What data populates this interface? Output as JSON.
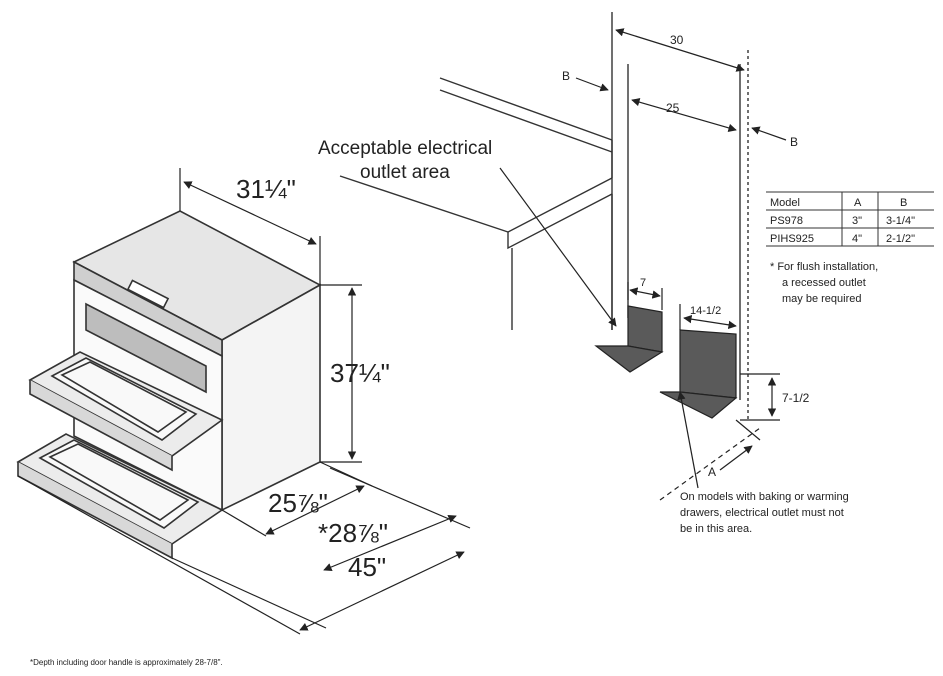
{
  "range": {
    "width": "31¼\"",
    "height": "37¼\"",
    "depth": "25⅞\"",
    "depth_with_handle": "*28⅞\"",
    "depth_door_open": "45\"",
    "footnote": "*Depth including door handle is approximately 28-7/8\"."
  },
  "install": {
    "outlet_label_line1": "Acceptable electrical",
    "outlet_label_line2": "outlet area",
    "dim_30": "30",
    "dim_25": "25",
    "dim_b_left": "B",
    "dim_b_right": "B",
    "dim_7": "7",
    "dim_14_half": "14-1/2",
    "dim_7_half": "7-1/2",
    "dim_a": "A",
    "drawer_note": [
      "On models with baking or warming",
      "drawers, electrical outlet must not",
      "be in this area."
    ]
  },
  "table": {
    "headers": [
      "Model",
      "A",
      "B"
    ],
    "rows": [
      [
        "PS978",
        "3\"",
        "3-1/4\""
      ],
      [
        "PIHS925",
        "4\"",
        "2-1/2\""
      ]
    ],
    "note": [
      "*  For flush installation,",
      "a recessed outlet",
      "may be required"
    ]
  }
}
